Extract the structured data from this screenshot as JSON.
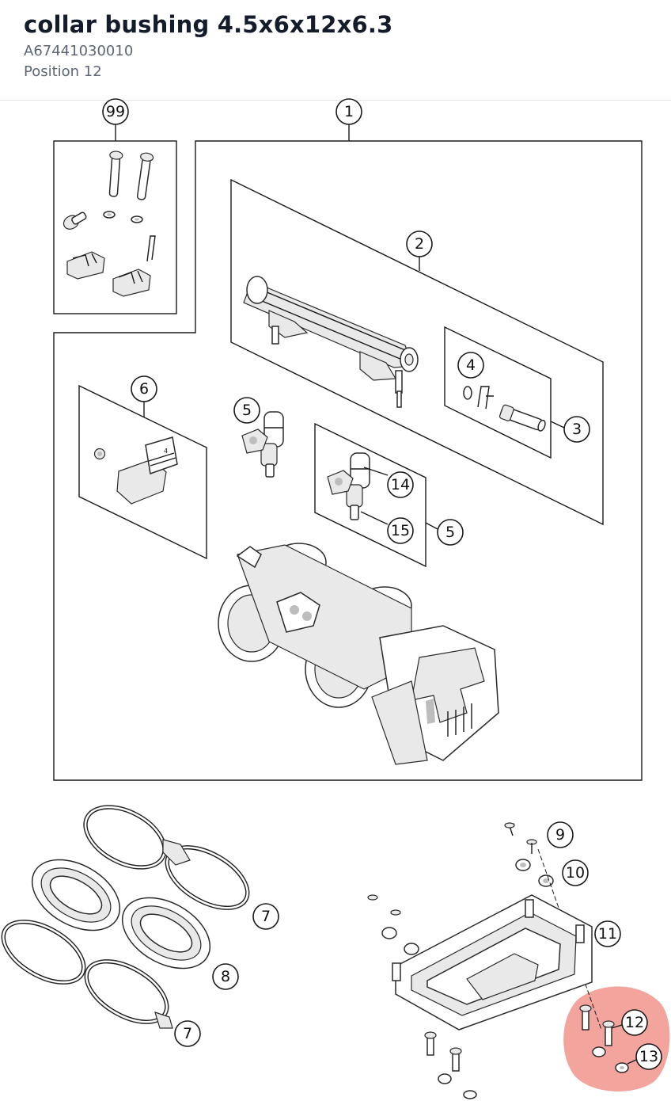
{
  "header": {
    "title": "collar bushing 4.5x6x12x6.3",
    "part_number": "A67441030010",
    "position": "Position 12"
  },
  "callouts": [
    "99",
    "1",
    "2",
    "4",
    "3",
    "6",
    "5",
    "14",
    "15",
    "5",
    "7",
    "8",
    "7",
    "9",
    "10",
    "11",
    "12",
    "13"
  ],
  "highlight": {
    "label": "12",
    "color": "#f08a80"
  }
}
